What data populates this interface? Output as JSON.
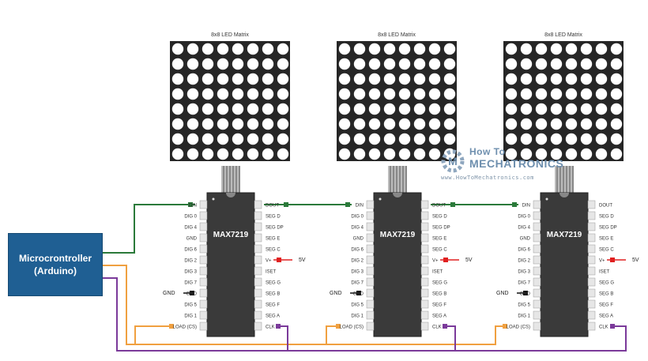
{
  "matrix_title": "8x8 LED Matrix",
  "chip_label": "MAX7219",
  "left_pins": [
    "DIN",
    "DIG 0",
    "DIG 4",
    "GND",
    "DIG 6",
    "DIG 2",
    "DIG 3",
    "DIG 7",
    "GND",
    "DIG 5",
    "DIG 1",
    "LOAD (CS)"
  ],
  "right_pins": [
    "DOUT",
    "SEG D",
    "SEG DP",
    "SEG E",
    "SEG C",
    "V+",
    "ISET",
    "SEG G",
    "SEG B",
    "SEG F",
    "SEG A",
    "CLK"
  ],
  "gnd_label": "GND",
  "vcc_label": "5V",
  "microcontroller": {
    "line1": "Microcrontroller",
    "line2": "(Arduino)"
  },
  "watermark": {
    "line1": "How To",
    "line2": "MECHATRONICS",
    "url": "www.HowToMechatronics.com"
  },
  "colors": {
    "din": "#2b7a3a",
    "load": "#f0a040",
    "clk": "#7b3a9a",
    "vcc": "#e02020",
    "gnd": "#111111",
    "matrix_bg": "#262626",
    "led": "#ffffff",
    "chip": "#3a3a3a",
    "microcontroller": "#1f5f93"
  },
  "modules": 3
}
